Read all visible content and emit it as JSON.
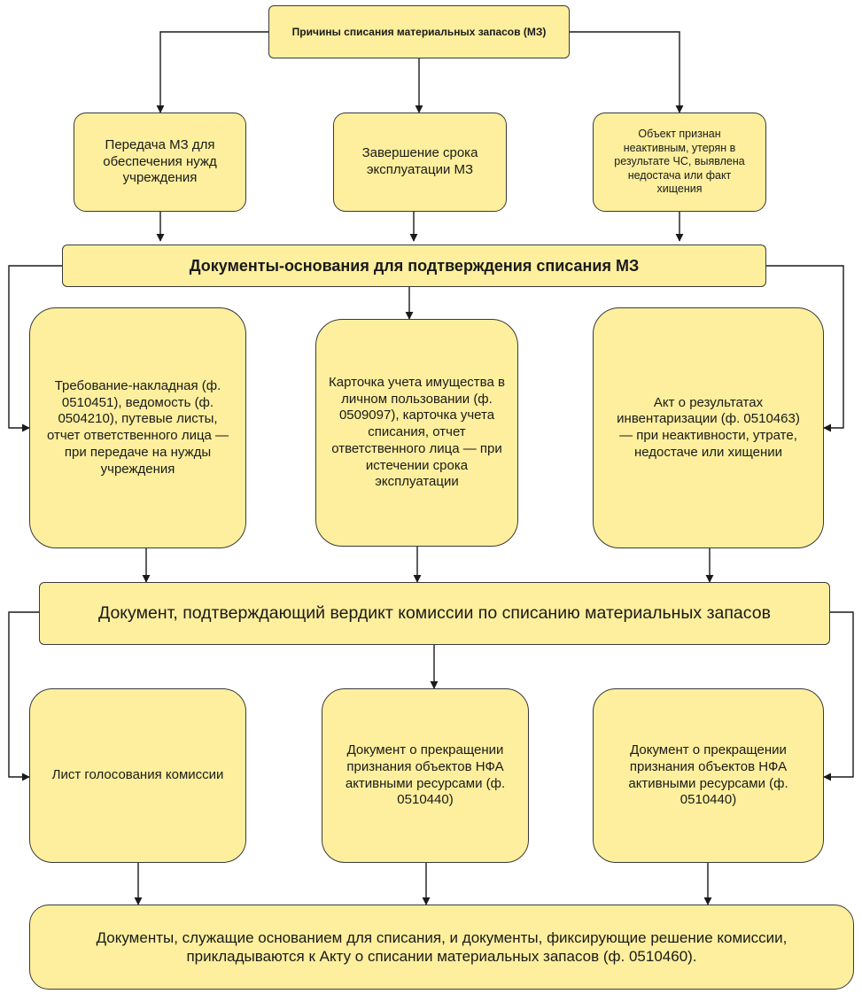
{
  "diagram": {
    "root": "Причины списания материальных запасов (МЗ)",
    "reasons": [
      "Передача МЗ для обеспечения нужд учреждения",
      "Завершение срока эксплуатации МЗ",
      "Объект признан неактивным, утерян в результате ЧС, выявлена недостача или факт хищения"
    ],
    "docs_header": "Документы-основания для подтверждения списания МЗ",
    "docs": [
      "Требование-накладная (ф. 0510451), ведомость (ф. 0504210), путевые листы, отчет ответственного лица — при передаче на нужды учреждения",
      "Карточка учета имущества в личном пользовании (ф. 0509097), карточка учета списания, отчет ответственного лица — при истечении срока эксплуатации",
      "Акт о результатах инвентаризации (ф. 0510463) — при неактивности, утрате, недостаче или хищении"
    ],
    "verdict_header": "Документ, подтверждающий вердикт комиссии по списанию материальных запасов",
    "verdict_docs": [
      "Лист голосования комиссии",
      "Документ о прекращении признания объектов НФА активными ресурсами (ф. 0510440)",
      "Документ о прекращении признания объектов НФА активными ресурсами (ф. 0510440)"
    ],
    "final": "Документы, служащие основанием для списания, и документы, фиксирующие решение комиссии, прикладываются к Акту о списании материальных запасов (ф. 0510460)."
  },
  "colors": {
    "box_fill": "#fdef9d",
    "box_border": "#3a3a3a",
    "arrow": "#1a1a1a"
  }
}
